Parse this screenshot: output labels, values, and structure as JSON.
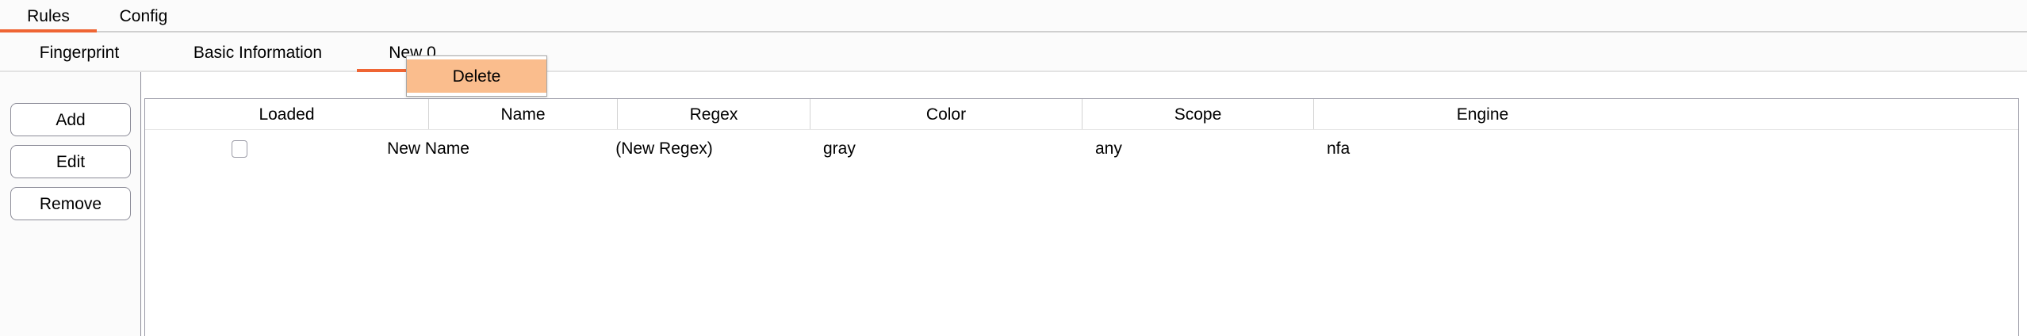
{
  "primary_tabs": {
    "items": [
      {
        "label": "Rules",
        "active": true
      },
      {
        "label": "Config",
        "active": false
      }
    ]
  },
  "secondary_tabs": {
    "items": [
      {
        "label": "Fingerprint",
        "active": false
      },
      {
        "label": "Basic Information",
        "active": false
      },
      {
        "label": "New 0",
        "active": true
      }
    ]
  },
  "side_buttons": {
    "items": [
      {
        "label": "Add"
      },
      {
        "label": "Edit"
      },
      {
        "label": "Remove"
      }
    ]
  },
  "table": {
    "columns": [
      "Loaded",
      "Name",
      "Regex",
      "Color",
      "Scope",
      "Engine"
    ],
    "rows": [
      {
        "loaded": false,
        "name": "New Name",
        "regex": "(New Regex)",
        "color": "gray",
        "scope": "any",
        "engine": "nfa"
      }
    ]
  },
  "context_menu": {
    "items": [
      {
        "label": "Delete",
        "highlighted": true
      }
    ]
  },
  "theme": {
    "accent": "#ef6534",
    "menu_highlight": "#fabd8d",
    "tabbar_bg": "#fbfbfb",
    "border": "#9a9aa6"
  }
}
